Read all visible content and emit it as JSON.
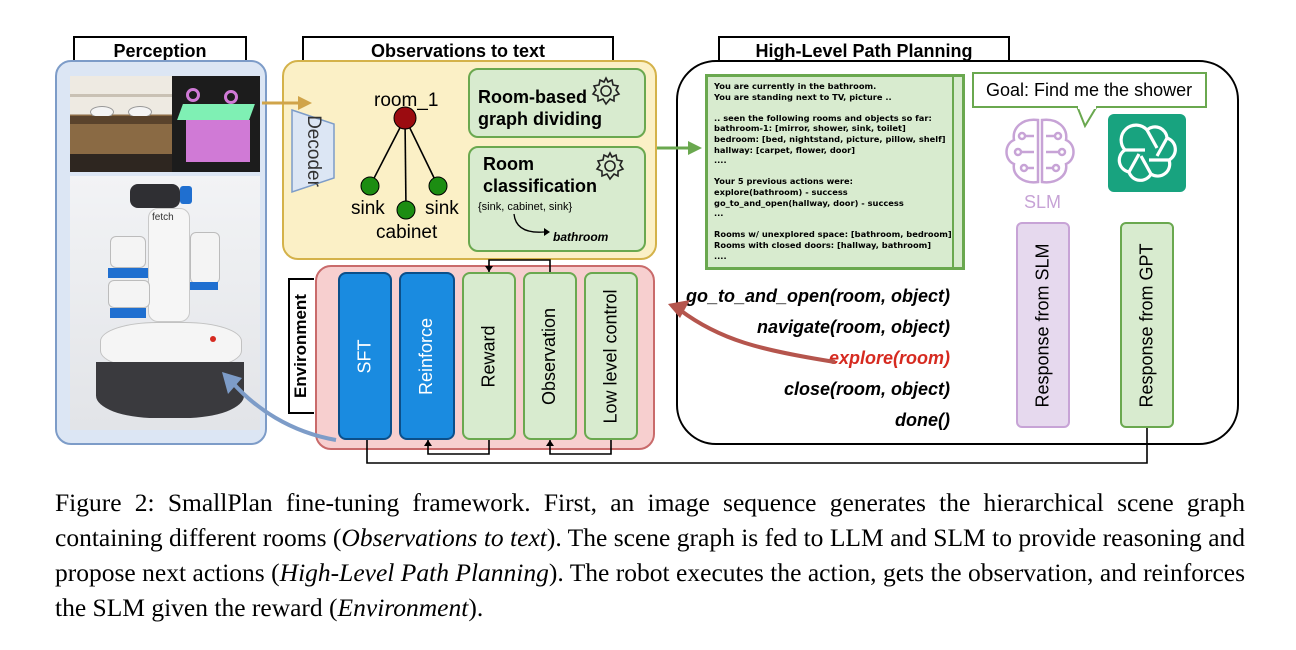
{
  "sections": {
    "perception": "Perception",
    "observations": "Observations to text",
    "planning": "High-Level Path Planning",
    "environment": "Environment"
  },
  "decoder": "Decoder",
  "graph": {
    "root": "room_1",
    "leaves": [
      "sink",
      "cabinet",
      "sink"
    ]
  },
  "room_dividing": [
    "Room-based",
    "graph dividing"
  ],
  "room_classification": {
    "title": [
      "Room",
      "classification"
    ],
    "input": "{sink, cabinet, sink}",
    "output": "bathroom"
  },
  "env_blocks": [
    "SFT",
    "Reinforce",
    "Reward",
    "Observation",
    "Low level control"
  ],
  "prompt_lines": [
    "You are currently in the bathroom.",
    "You are standing next to TV, picture ..",
    "",
    ".. seen the following rooms and objects so far:",
    "bathroom-1: [mirror, shower, sink, toilet]",
    "bedroom: [bed, nightstand, picture, pillow, shelf]",
    "hallway: [carpet, flower, door]",
    "....",
    "",
    "Your 5 previous actions were:",
    "explore(bathroom) - success",
    "go_to_and_open(hallway, door) - success",
    "...",
    "",
    "Rooms w/ unexplored space: [bathroom, bedroom]",
    "Rooms with closed doors: [hallway, bathroom]",
    "...."
  ],
  "goal": "Goal: Find me the shower",
  "slm_label": "SLM",
  "responses": [
    "Response from SLM",
    "Response from GPT"
  ],
  "commands": [
    {
      "text": "go_to_and_open(room, object)",
      "highlight": false
    },
    {
      "text": "navigate(room, object)",
      "highlight": false
    },
    {
      "text": "explore(room)",
      "highlight": true
    },
    {
      "text": "close(room, object)",
      "highlight": false
    },
    {
      "text": "done()",
      "highlight": false
    }
  ],
  "robot_brand": "fetch",
  "colors": {
    "perception_bg": "#dce6f4",
    "perception_border": "#7d9cc8",
    "observations_bg": "#fbf0c6",
    "observations_border": "#d4b24a",
    "green_bg": "#d8ebcf",
    "green_border": "#6aa84f",
    "env_bg": "#f7cfcf",
    "env_border": "#c96b6b",
    "blue_block": "#1a8be0",
    "slm_purple": "#c7a3d6",
    "slm_bg": "#e6d9ee",
    "gpt_teal": "#18a37f",
    "highlight_red": "#d62a20",
    "arrow_red": "#b5554d",
    "arrow_gold": "#d0a44a",
    "arrow_blue": "#7d9cc8"
  },
  "caption": {
    "parts": [
      {
        "t": "Figure 2: SmallPlan fine-tuning framework. First, an image sequence generates the hierarchical scene graph containing different rooms (",
        "i": false
      },
      {
        "t": "Observations to text",
        "i": true
      },
      {
        "t": "). The scene graph is fed to LLM and SLM to provide reasoning and propose next actions (",
        "i": false
      },
      {
        "t": "High-Level Path Planning",
        "i": true
      },
      {
        "t": "). The robot executes the action, gets the observation, and reinforces the SLM given the reward (",
        "i": false
      },
      {
        "t": "Environment",
        "i": true
      },
      {
        "t": ").",
        "i": false
      }
    ]
  }
}
